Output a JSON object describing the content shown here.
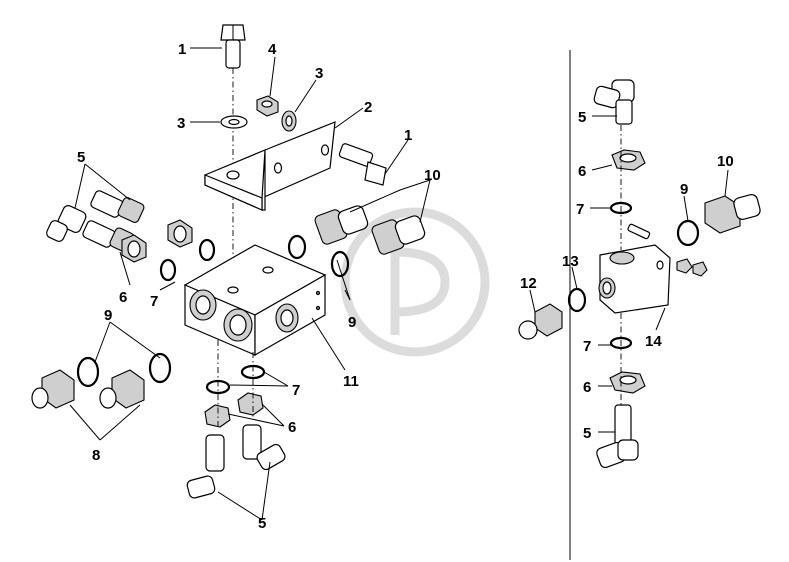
{
  "callouts": {
    "c1a": "1",
    "c1b": "1",
    "c2": "2",
    "c3a": "3",
    "c3b": "3",
    "c4": "4",
    "c5a": "5",
    "c5b": "5",
    "c5c": "5",
    "c5d": "5",
    "c6a": "6",
    "c6b": "6",
    "c6c": "6",
    "c6d": "6",
    "c7a": "7",
    "c7b": "7",
    "c7c": "7",
    "c7d": "7",
    "c8": "8",
    "c9a": "9",
    "c9b": "9",
    "c9c": "9",
    "c10a": "10",
    "c10b": "10",
    "c11": "11",
    "c12": "12",
    "c13": "13",
    "c14": "14"
  }
}
